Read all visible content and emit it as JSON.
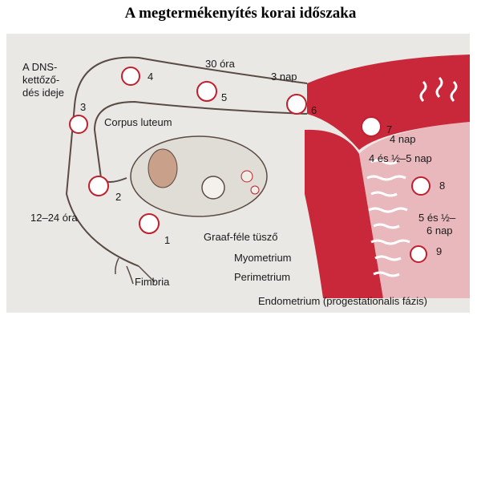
{
  "title": "A megtermékenyítés korai időszaka",
  "labels": {
    "dna_line1": "A DNS-",
    "dna_line2": "kettőző-",
    "dna_line3": "dés ideje",
    "hours_30": "30 óra",
    "day_3": "3 nap",
    "corpus_luteum": "Corpus luteum",
    "day_4": "4 nap",
    "day_4_5": "4 és ½–5 nap",
    "day_5_6_line1": "5 és ½–",
    "day_5_6_line2": "6 nap",
    "hours_12_24": "12–24 óra",
    "graaf": "Graaf-féle tüsző",
    "myometrium": "Myometrium",
    "perimetrium": "Perimetrium",
    "fimbria": "Fimbria",
    "endometrium": "Endometrium (progestationalis fázis)"
  },
  "stages": [
    "1",
    "2",
    "3",
    "4",
    "5",
    "6",
    "7",
    "8",
    "9"
  ],
  "colors": {
    "muscle": "#c8283a",
    "muscle_light": "#e8b8bc",
    "stage_ring": "#c0202e",
    "tube_outline": "#5a4a44",
    "background": "#e9e8e5"
  }
}
